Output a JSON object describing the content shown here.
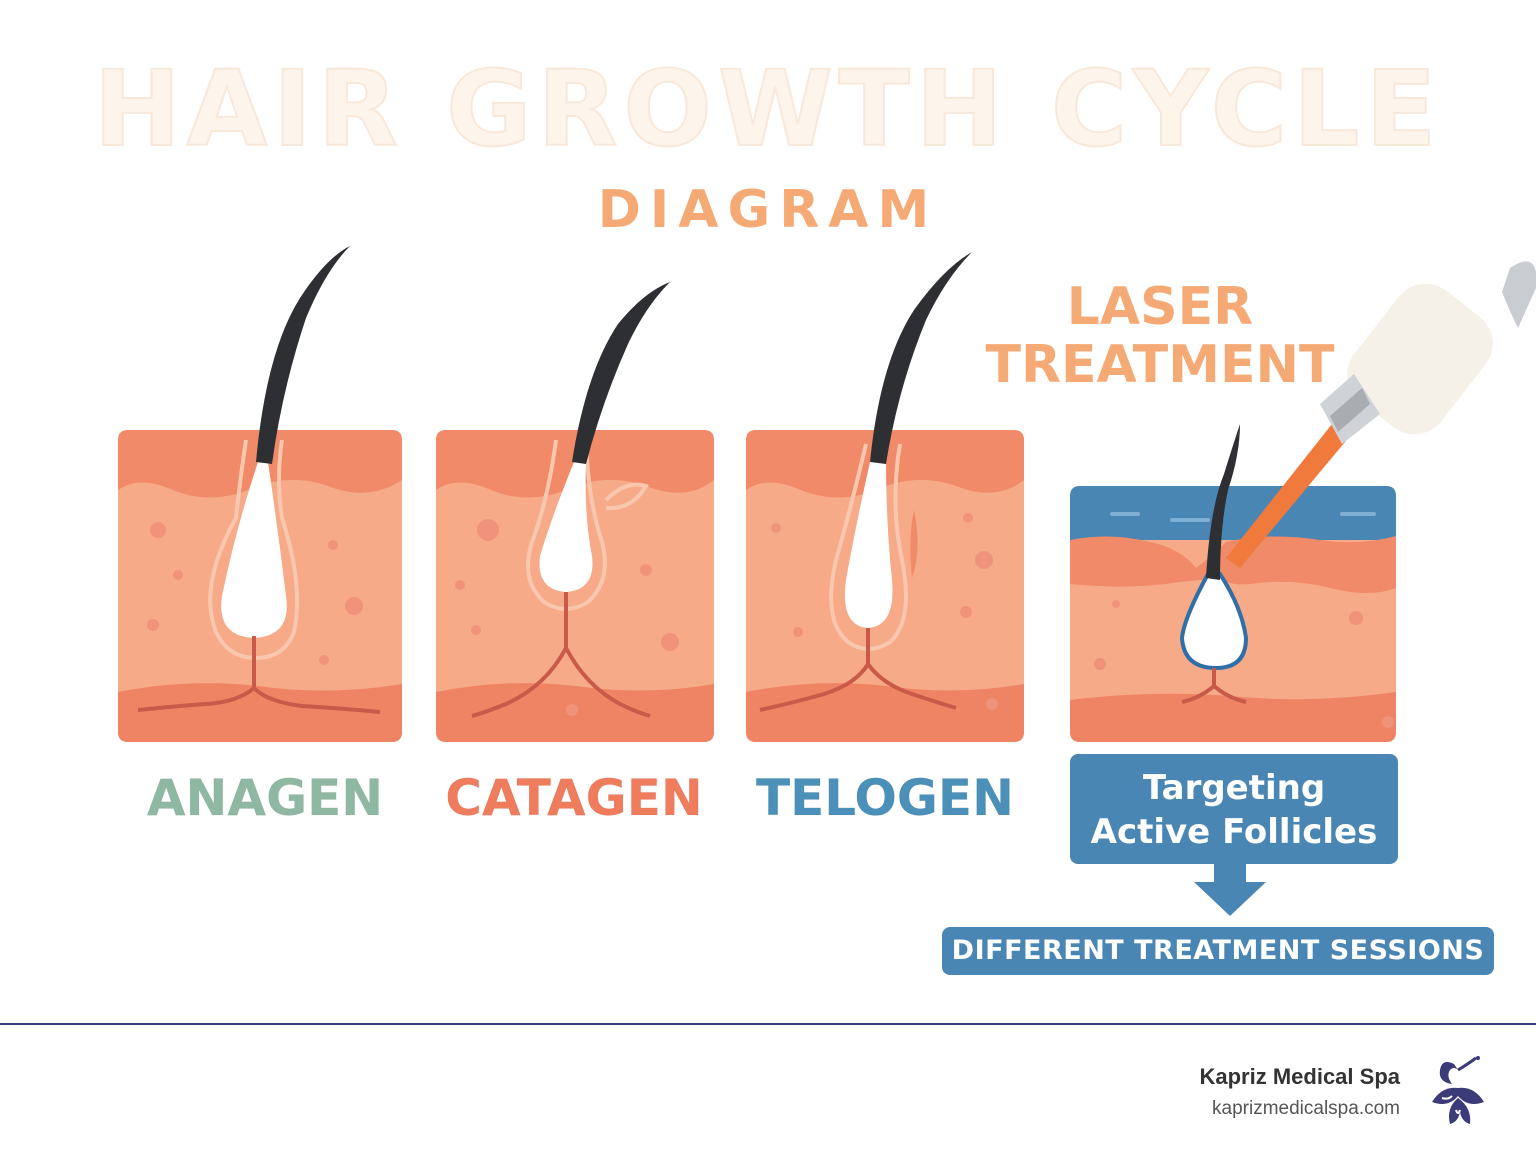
{
  "title": "HAIR GROWTH CYCLE",
  "subtitle": "DIAGRAM",
  "laser": {
    "title_line1": "LASER",
    "title_line2": "TREATMENT"
  },
  "stages": [
    {
      "label": "ANAGEN",
      "color": "#8fb8a2"
    },
    {
      "label": "CATAGEN",
      "color": "#ef7d5d"
    },
    {
      "label": "TELOGEN",
      "color": "#4a90b8"
    }
  ],
  "callout": {
    "line1": "Targeting",
    "line2": "Active Follicles"
  },
  "sessions_label": "DIFFERENT TREATMENT SESSIONS",
  "footer": {
    "brand": "Kapriz Medical Spa",
    "url": "kaprizmedicalspa.com"
  },
  "colors": {
    "skin_light": "#f7aa88",
    "skin_mid": "#f29674",
    "skin_dark": "#ec8466",
    "vessel": "#c95a4a",
    "hair": "#2e2f33",
    "accent_orange": "#f5aa76",
    "blue": "#4a86b4",
    "navy": "#3c3b7a"
  },
  "icons": [
    "laser-device-icon",
    "spa-logo-icon",
    "down-arrow-icon"
  ]
}
